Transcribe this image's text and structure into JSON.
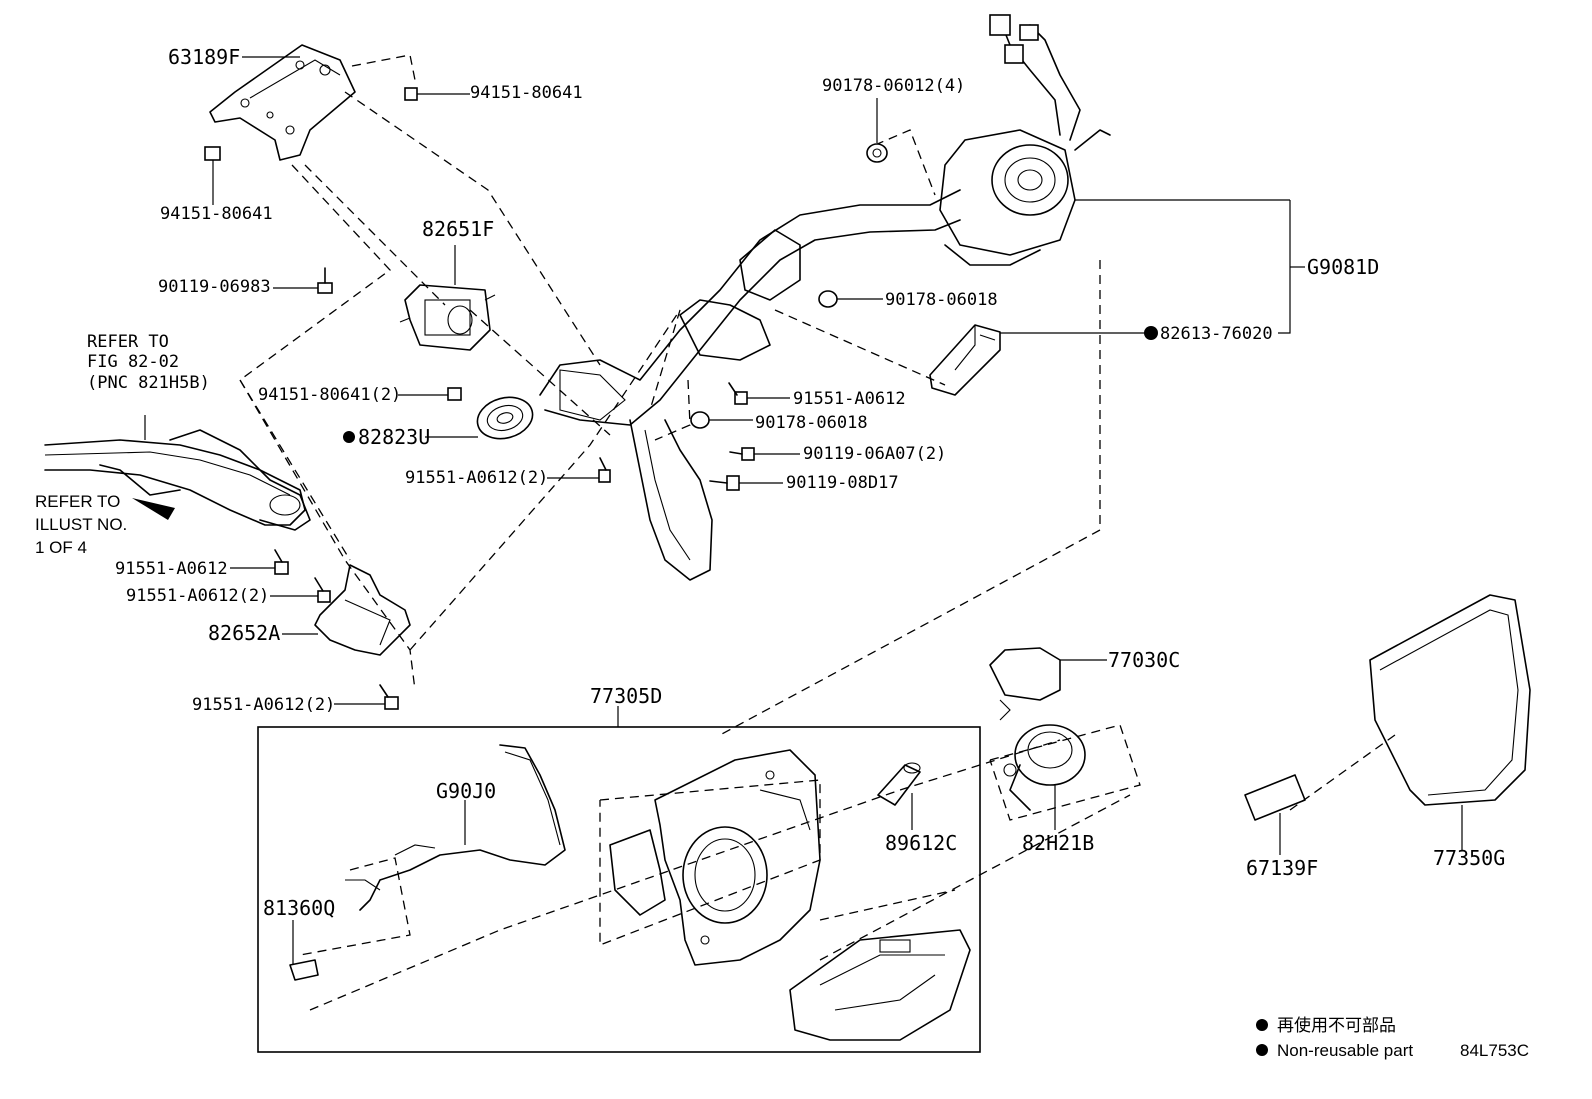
{
  "labels": {
    "p63189F": "63189F",
    "p94151_80641_top": "94151-80641",
    "p94151_80641_left": "94151-80641",
    "p90119_06983": "90119-06983",
    "p82651F": "82651F",
    "p94151_80641_2": "94151-80641(2)",
    "p82823U": "82823U",
    "p91551_A0612_2a": "91551-A0612(2)",
    "p91551_A0612_a": "91551-A0612",
    "p91551_A0612_2b": "91551-A0612(2)",
    "p82652A": "82652A",
    "p91551_A0612_2c": "91551-A0612(2)",
    "p90178_06012_4": "90178-06012(4)",
    "p90178_06018_a": "90178-06018",
    "p90178_06018_b": "90178-06018",
    "p91551_A0612_b": "91551-A0612",
    "p90119_06A07_2": "90119-06A07(2)",
    "p90119_08D17": "90119-08D17",
    "pG9081D": "G9081D",
    "p82613_76020": "82613-76020",
    "p77305D": "77305D",
    "pG90J0": "G90J0",
    "p81360Q": "81360Q",
    "p89612C": "89612C",
    "p77030C": "77030C",
    "p82H21B": "82H21B",
    "p67139F": "67139F",
    "p77350G": "77350G"
  },
  "notes": {
    "refer_fig_line1": "REFER TO",
    "refer_fig_line2": "FIG 82-02",
    "refer_fig_line3": "(PNC 821H5B)",
    "refer_illust_line1": "REFER TO",
    "refer_illust_line2": "ILLUST NO.",
    "refer_illust_line3": "1 OF 4"
  },
  "legend": {
    "line1": "再使用不可部品",
    "line2": "Non-reusable part",
    "code": "84L753C"
  }
}
